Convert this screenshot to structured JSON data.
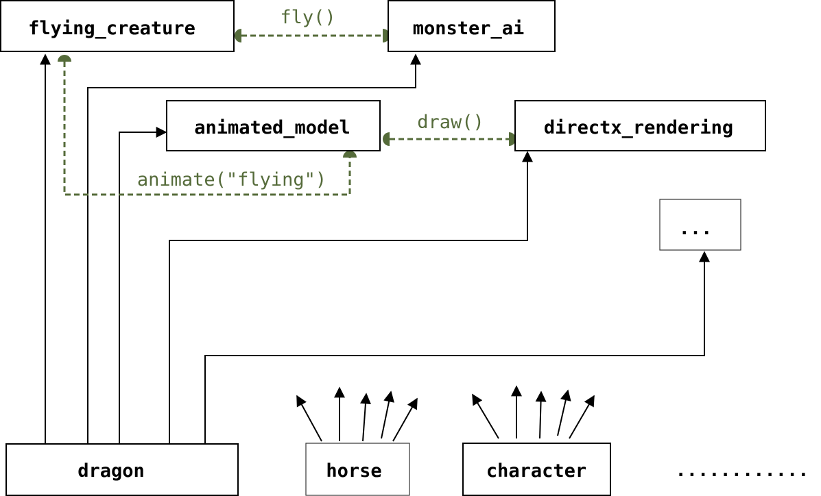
{
  "nodes": {
    "flying_creature": "flying_creature",
    "monster_ai": "monster_ai",
    "animated_model": "animated_model",
    "directx_rendering": "directx_rendering",
    "more": "...",
    "dragon": "dragon",
    "horse": "horse",
    "character": "character"
  },
  "calls": {
    "fly": "fly()",
    "draw": "draw()",
    "animate": "animate(\"flying\")"
  },
  "trailing_dots": "............",
  "colors": {
    "call": "#556b3a",
    "line": "#000000"
  }
}
